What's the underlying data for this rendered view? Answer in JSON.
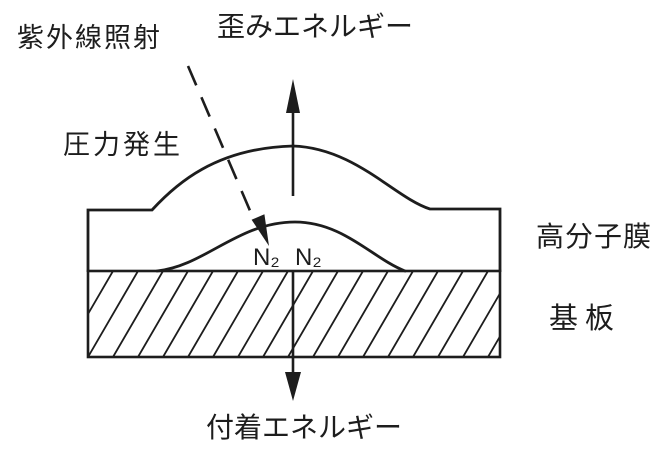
{
  "figure": {
    "labels": {
      "uv_irradiation": "紫外線照射",
      "strain_energy": "歪みエネルギー",
      "pressure_generation": "圧力発生",
      "gas_left": "N₂",
      "gas_right": "N₂",
      "polymer_film": "高分子膜",
      "substrate": "基板",
      "adhesion_energy": "付着エネルギー"
    },
    "colors": {
      "ink": "#1d1d1d",
      "background": "#ffffff"
    }
  }
}
